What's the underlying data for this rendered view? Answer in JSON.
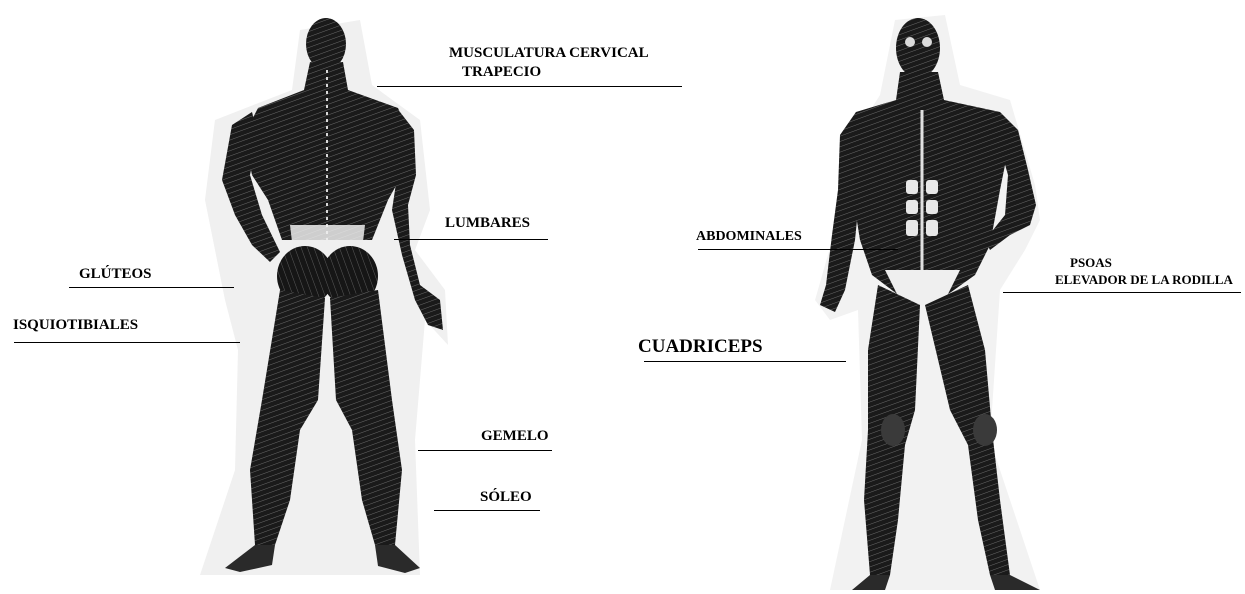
{
  "colors": {
    "ink": "#111111",
    "paper": "#ffffff",
    "shadow": "#ececec"
  },
  "figures": {
    "back": {
      "name": "back-view-muscle-figure"
    },
    "front": {
      "name": "front-view-muscle-figure"
    }
  },
  "labels": {
    "musculatura_cervical": "MUSCULATURA CERVICAL",
    "trapecio": "TRAPECIO",
    "lumbares": "LUMBARES",
    "gluteos": "GLÚTEOS",
    "isquiotibiales": "ISQUIOTIBIALES",
    "gemelo": "GEMELO",
    "soleo": "SÓLEO",
    "abdominales": "ABDOMINALES",
    "psoas": "PSOAS",
    "elevador_rodilla": "ELEVADOR DE LA RODILLA",
    "cuadriceps": "CUADRICEPS"
  }
}
